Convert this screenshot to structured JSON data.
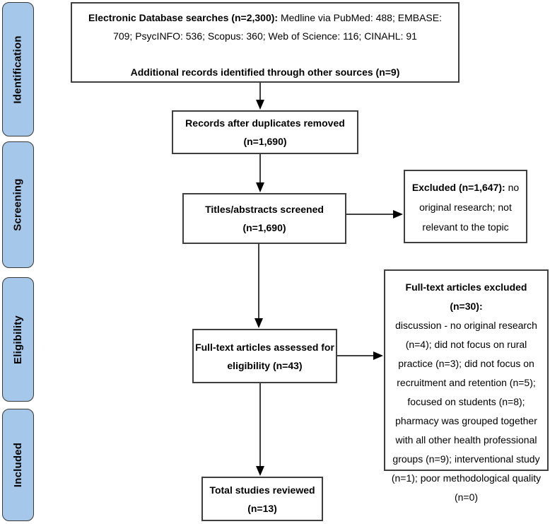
{
  "sidebar": {
    "stages": [
      {
        "label": "Identification"
      },
      {
        "label": "Screening"
      },
      {
        "label": "Eligibility"
      },
      {
        "label": "Included"
      }
    ]
  },
  "boxes": {
    "source": {
      "search_bold": "Electronic Database searches (n=2,300):",
      "search_detail": " Medline via PubMed: 488; EMBASE: 709; PsycINFO: 536; Scopus: 360; Web of Science: 116; CINAHL: 91",
      "additional_bold": "Additional records identified through other sources (n=9)"
    },
    "duplicates_removed": {
      "line1": "Records after duplicates removed",
      "line2": "(n=1,690)"
    },
    "titles_screened": {
      "line1": "Titles/abstracts screened",
      "line2": "(n=1,690)"
    },
    "excluded_screening": {
      "heading": "Excluded (n=1,647):",
      "detail": " no original research; not relevant to the topic"
    },
    "fulltext_assessed": {
      "line1": "Full-text articles assessed for",
      "line2": "eligibility (n=43)"
    },
    "excluded_fulltext": {
      "heading": "Full-text articles excluded (n=30):",
      "detail": "discussion - no original research (n=4); did not focus on rural practice (n=3); did not focus on recruitment and retention (n=5); focused on students (n=8); pharmacy was grouped together with all other health professional groups (n=9); interventional study (n=1); poor methodological quality (n=0)"
    },
    "total_reviewed": {
      "line1": "Total studies reviewed",
      "line2": "(n=13)"
    }
  },
  "colors": {
    "stage_fill": "#a5c7e9",
    "stage_border": "#383838",
    "box_border": "#3f3f3f",
    "arrow": "#000000",
    "text": "#000000"
  }
}
